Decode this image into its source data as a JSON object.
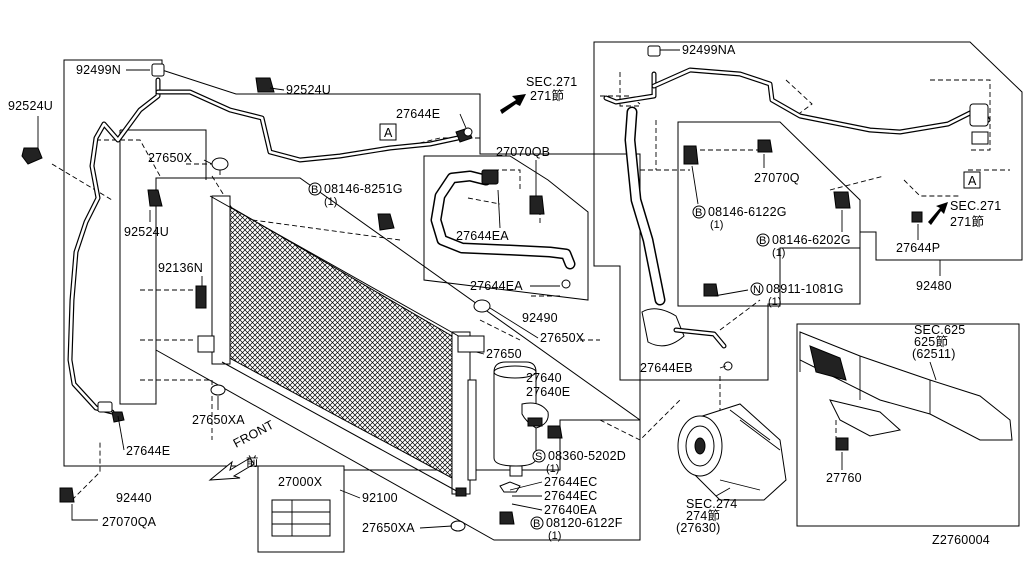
{
  "diagram_code": "Z2760004",
  "labels": {
    "l92499N": "92499N",
    "l92524U_a": "92524U",
    "l92524U_b": "92524U",
    "l92524U_c": "92524U",
    "l27644E_top": "27644E",
    "l27644E_bot": "27644E",
    "l27650X_a": "27650X",
    "l27650X_b": "27650X",
    "l27650XA_a": "27650XA",
    "l27650XA_b": "27650XA",
    "l92136N": "92136N",
    "l92440": "92440",
    "l27070QA": "27070QA",
    "l27070QB": "27070QB",
    "l27644EA_a": "27644EA",
    "l27644EA_b": "27644EA",
    "l92490": "92490",
    "l27650": "27650",
    "l27640": "27640",
    "l27640E": "27640E",
    "l27644EC_a": "27644EC",
    "l27644EC_b": "27644EC",
    "l27640EA": "27640EA",
    "l92100": "92100",
    "l27000X": "27000X",
    "front": "FRONT",
    "front_jp": "前",
    "b08146_8251G": "08146-8251G",
    "q1_a": "(1)",
    "s08360_5202D": "08360-5202D",
    "q1_b": "(1)",
    "b08120_6122F": "08120-6122F",
    "q1_c": "(1)",
    "l92499NA": "92499NA",
    "l27070Q": "27070Q",
    "b08146_6122G": "08146-6122G",
    "q1_d": "(1)",
    "b08146_6202G": "08146-6202G",
    "q1_e": "(1)",
    "n08911_1081G": "08911-1081G",
    "q1_f": "(1)",
    "l27644EB": "27644EB",
    "l27644P": "27644P",
    "l92480": "92480",
    "sec271_a": "SEC.271",
    "sec271_a_sub": "271節",
    "sec271_b": "SEC.271",
    "sec271_b_sub": "271節",
    "sec274": "SEC.274",
    "sec274_sub": "274節",
    "sec274_num": "(27630)",
    "sec625": "SEC.625",
    "sec625_sub": "625節",
    "sec625_num": "(62511)",
    "l27760": "27760",
    "ref_A": "A",
    "ref_A2": "A",
    "mark_B": "B",
    "mark_S": "S",
    "mark_N": "N"
  }
}
